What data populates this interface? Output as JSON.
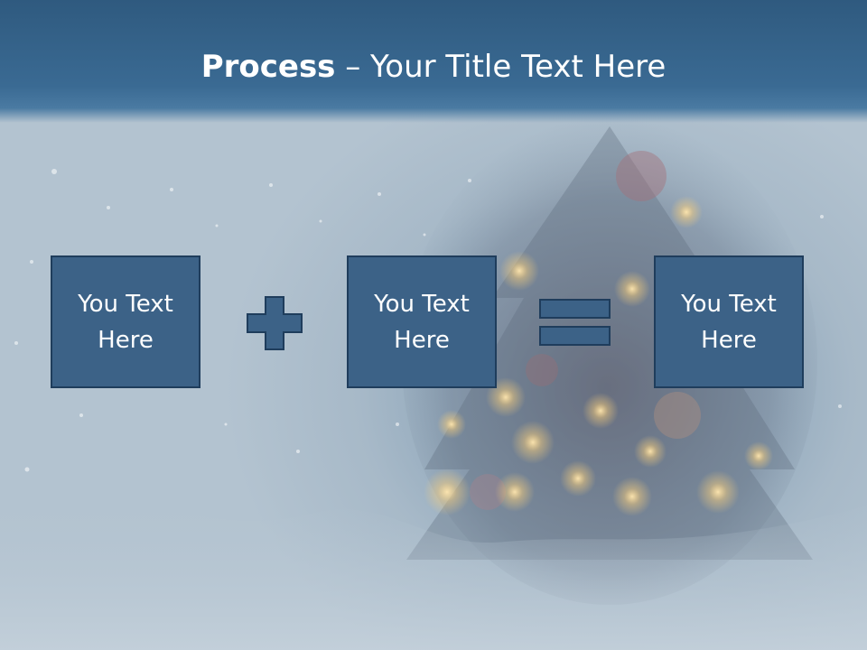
{
  "slide": {
    "title_bold": "Process",
    "title_rest": " – Your Title Text Here",
    "boxes": [
      {
        "text": "You Text Here"
      },
      {
        "text": "You Text Here"
      },
      {
        "text": "You Text Here"
      }
    ],
    "operators": [
      "plus-icon",
      "equals-icon"
    ]
  },
  "colors": {
    "header": "#3a6a93",
    "box_fill": "#3c6287",
    "box_border": "#1f3d5c",
    "text": "#ffffff"
  }
}
